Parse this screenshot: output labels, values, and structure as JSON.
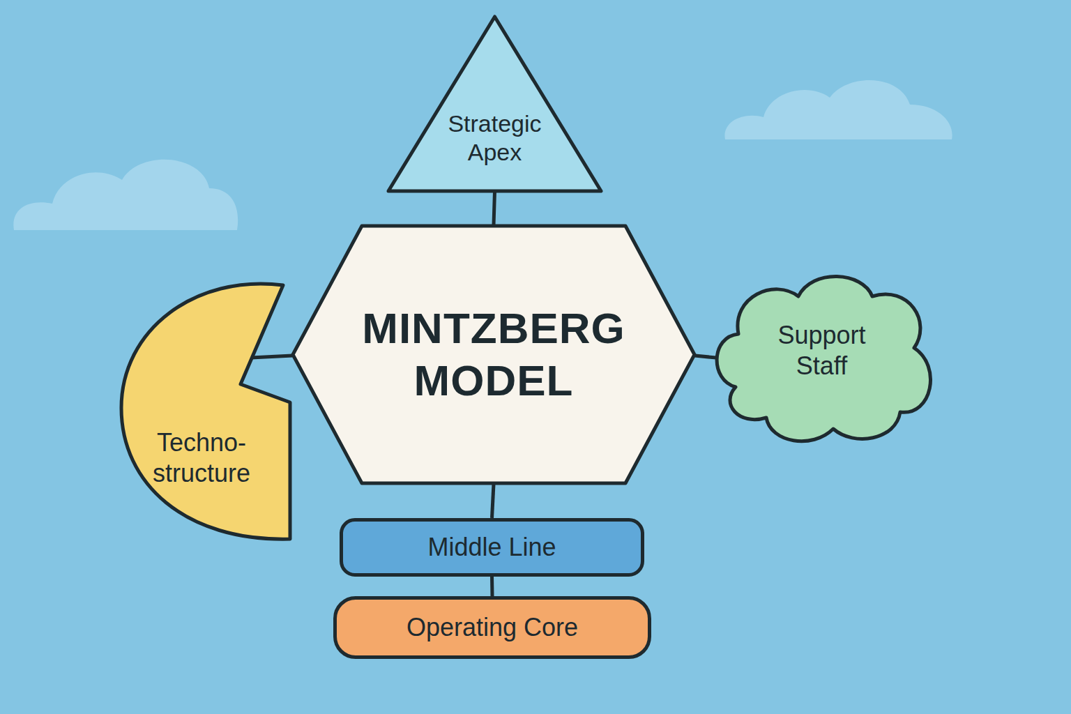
{
  "diagram": {
    "nodes": [
      {
        "text": [
          "Strategic Apex"
        ]
      },
      {
        "text": [
          "MINTZBERG MODEL"
        ]
      },
      {
        "text": [
          "Techno- structure"
        ]
      },
      {
        "text": [
          "Support Staff"
        ]
      },
      {
        "text": [
          "Middle Line"
        ]
      },
      {
        "text": [
          "Operating Core"
        ]
      }
    ],
    "edges": [
      {
        "from": 0,
        "to": 1,
        "arrow": "none"
      },
      {
        "from": 2,
        "to": 1,
        "arrow": "none"
      },
      {
        "from": 1,
        "to": 3,
        "arrow": "none"
      },
      {
        "from": 1,
        "to": 4,
        "arrow": "none"
      },
      {
        "from": 4,
        "to": 5,
        "arrow": "none"
      }
    ]
  }
}
